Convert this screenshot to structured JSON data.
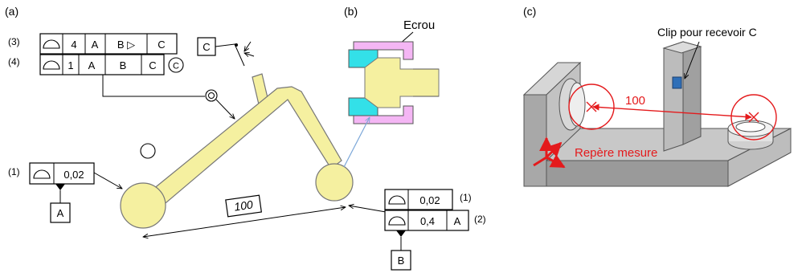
{
  "panels": {
    "a": {
      "label": "(a)",
      "frame3": {
        "index": "(3)",
        "cells": [
          "4",
          "A",
          "B ▷",
          "C"
        ]
      },
      "frame4": {
        "index": "(4)",
        "cells": [
          "1",
          "A",
          "B",
          "C"
        ],
        "modifier": "C"
      },
      "callout_c": "C",
      "left_frame": {
        "index": "(1)",
        "value": "0,02",
        "datum": "A"
      },
      "dimension": "100",
      "right_frame": {
        "row1": {
          "value": "0,02",
          "index": "(1)"
        },
        "row2": {
          "value": "0,4",
          "ref": "A",
          "index": "(2)"
        },
        "datum": "B"
      }
    },
    "b": {
      "label": "(b)",
      "caption": "Ecrou"
    },
    "c": {
      "label": "(c)",
      "clip_label": "Clip pour recevoir C",
      "distance": "100",
      "frame_label": "Repère mesure"
    }
  },
  "colors": {
    "part_fill": "#f5f0a0",
    "nut_fill": "#f4b6f4",
    "cyan": "#33e0e8",
    "measure_red": "#e41a1c",
    "fixture_gray": "#c8c8c8",
    "leader_blue": "#7aa6d8"
  },
  "icons": [
    "profile-of-surface-icon",
    "circled-c-icon",
    "double-circle-icon",
    "datum-triangle-icon"
  ]
}
